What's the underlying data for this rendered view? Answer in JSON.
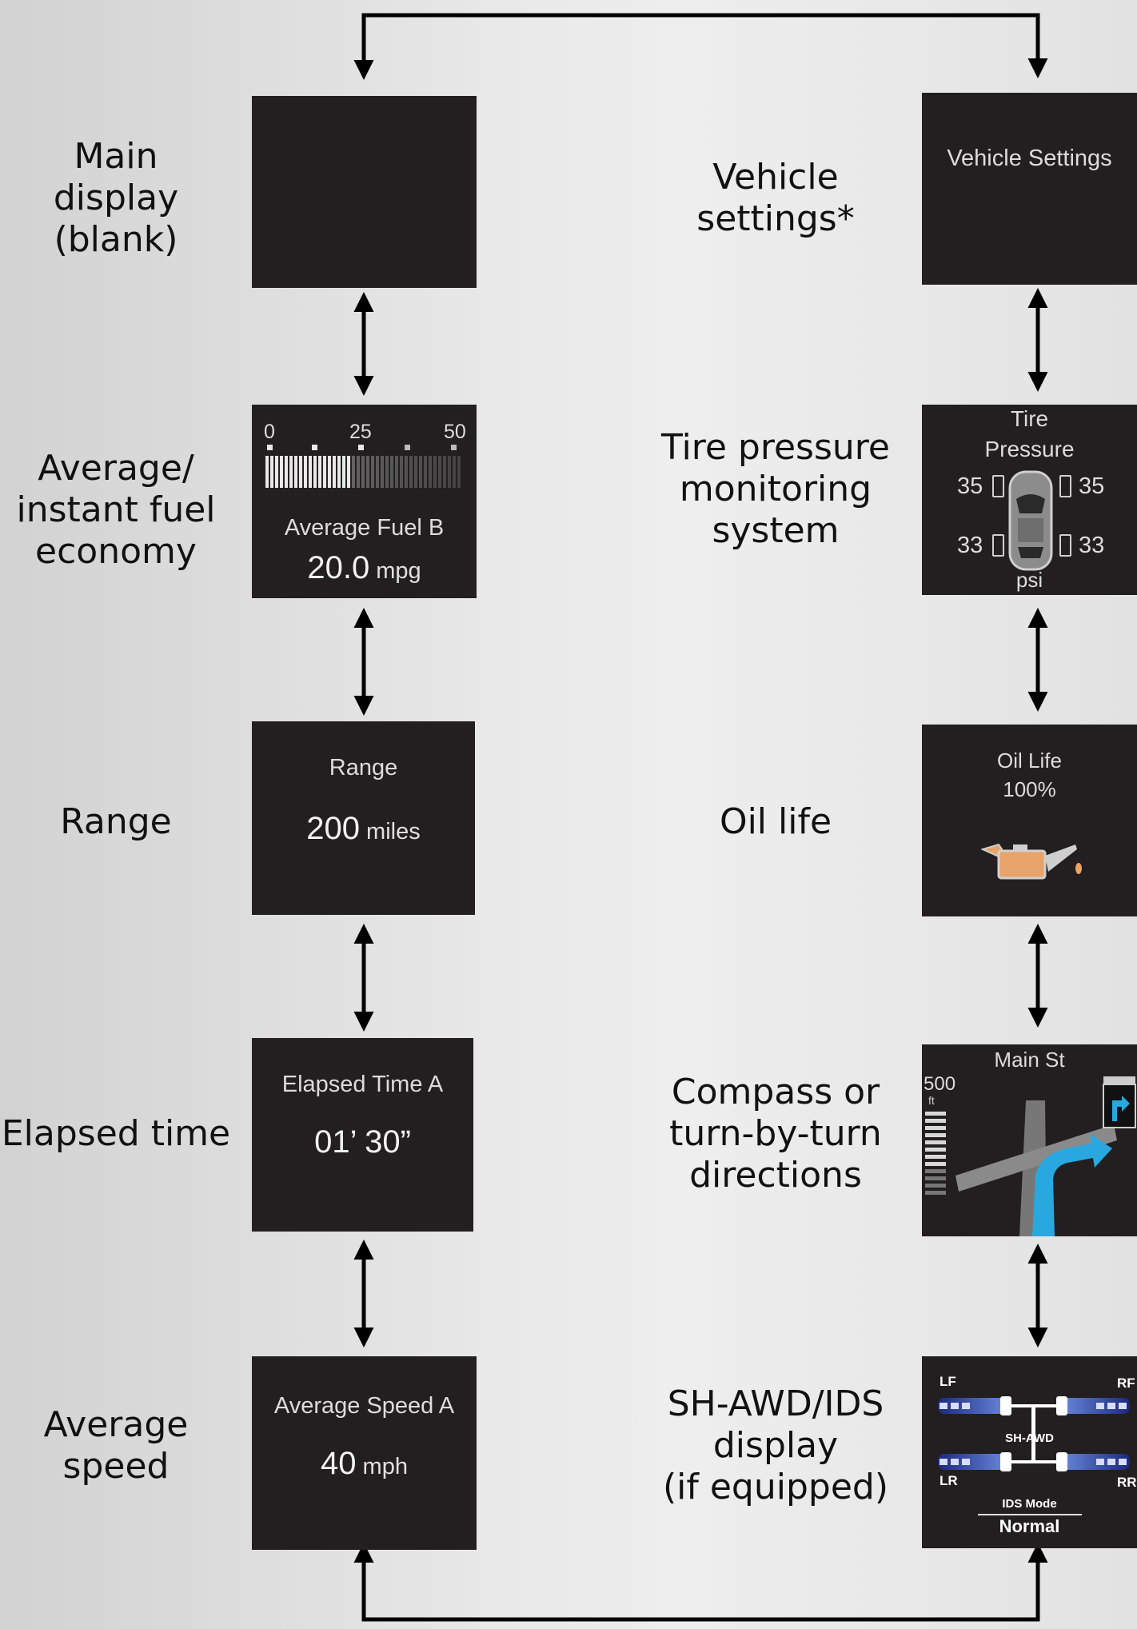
{
  "left_column": [
    {
      "label": "Main\ndisplay\n(blank)"
    },
    {
      "label": "Average/\ninstant fuel\neconomy"
    },
    {
      "label": "Range"
    },
    {
      "label": "Elapsed time"
    },
    {
      "label": "Average\nspeed"
    }
  ],
  "right_column": [
    {
      "label": "Vehicle\nsettings*"
    },
    {
      "label": "Tire pressure\nmonitoring\nsystem"
    },
    {
      "label": "Oil life"
    },
    {
      "label": "Compass or\nturn-by-turn\ndirections"
    },
    {
      "label": "SH-AWD/IDS\ndisplay\n(if equipped)"
    }
  ],
  "screens": {
    "fuel": {
      "scale": [
        "0",
        "25",
        "50"
      ],
      "title": "Average Fuel B",
      "value": "20.0",
      "unit": "mpg",
      "gauge_fill_fraction": 0.43
    },
    "range": {
      "title": "Range",
      "value": "200",
      "unit": "miles"
    },
    "elapsed": {
      "title": "Elapsed Time A",
      "value": "01’ 30”"
    },
    "speed": {
      "title": "Average Speed A",
      "value": "40",
      "unit": "mph"
    },
    "vehicle_settings": {
      "title": "Vehicle Settings"
    },
    "tire": {
      "title_line1": "Tire",
      "title_line2": "Pressure",
      "front_left": "35",
      "front_right": "35",
      "rear_left": "33",
      "rear_right": "33",
      "unit": "psi"
    },
    "oil": {
      "title": "Oil Life",
      "value": "100%",
      "icon": "oil-can-icon",
      "icon_color": "#e8a36a"
    },
    "nav": {
      "street": "Main St",
      "distance": "500",
      "distance_unit": "ft",
      "route_color": "#29a8e0",
      "icon": "turn-right-icon"
    },
    "awd": {
      "lf": "LF",
      "rf": "RF",
      "lr": "LR",
      "rr": "RR",
      "system": "SH-AWD",
      "mode_label": "IDS Mode",
      "mode_value": "Normal",
      "accent_color": "#4a5fd8"
    }
  }
}
